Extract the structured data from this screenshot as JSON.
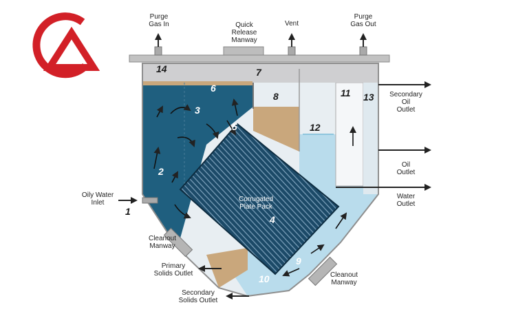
{
  "logo": {
    "name": "red-circle-triangle-logo",
    "color": "#d22027"
  },
  "colors": {
    "oil_water": "#1f5f7f",
    "sludge": "#c9a77c",
    "clean_water": "#b9dcec",
    "shell": "#b8b8b8",
    "pack": "#1c4a68",
    "arrow": "#222222"
  },
  "labels": {
    "purge_gas_in": [
      "Purge",
      "Gas In"
    ],
    "quick_release_manway": [
      "Quick",
      "Release",
      "Manway"
    ],
    "vent": [
      "Vent"
    ],
    "purge_gas_out": [
      "Purge",
      "Gas Out"
    ],
    "secondary_oil_outlet": [
      "Secondary",
      "Oil",
      "Outlet"
    ],
    "oil_outlet": [
      "Oil",
      "Outlet"
    ],
    "water_outlet": [
      "Water",
      "Outlet"
    ],
    "oily_water_inlet": [
      "Oily Water",
      "Inlet"
    ],
    "cleanout_manway_left": [
      "Cleanout",
      "Manway"
    ],
    "primary_solids_outlet": [
      "Primary",
      "Solids Outlet"
    ],
    "secondary_solids_outlet": [
      "Secondary",
      "Solids Outlet"
    ],
    "cleanout_manway_right": [
      "Cleanout",
      "Manway"
    ],
    "corrugated_plate_pack": [
      "Corrugated",
      "Plate Pack"
    ]
  },
  "numbers": {
    "n1": "1",
    "n2": "2",
    "n3": "3",
    "n4": "4",
    "n5": "5",
    "n6": "6",
    "n7": "7",
    "n8": "8",
    "n9": "9",
    "n10": "10",
    "n11": "11",
    "n12": "12",
    "n13": "13",
    "n14": "14"
  }
}
